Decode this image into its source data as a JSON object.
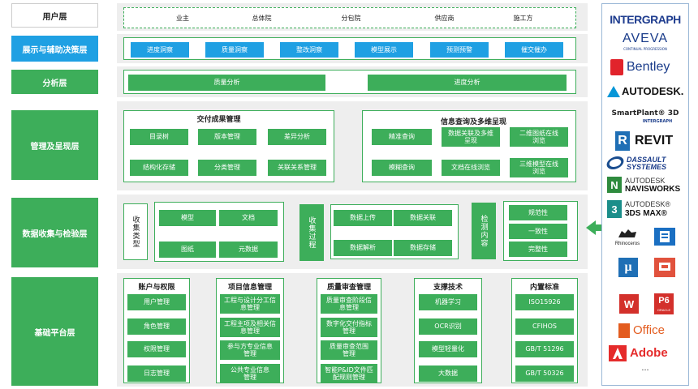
{
  "layers": [
    "用户层",
    "展示与辅助决策层",
    "分析层",
    "管理及呈现层",
    "数据收集与检验层",
    "基础平台层"
  ],
  "user_layer": [
    "业主",
    "总体院",
    "分包院",
    "供应商",
    "施工方"
  ],
  "display_layer": [
    "进度洞察",
    "质量洞察",
    "整改洞察",
    "模型展示",
    "预测预警",
    "催交催办"
  ],
  "analysis_layer": [
    "质量分析",
    "进度分析"
  ],
  "management": {
    "delivery": {
      "title": "交付成果管理",
      "items": [
        "目录树",
        "版本管理",
        "差异分析",
        "结构化存储",
        "分类管理",
        "关联关系管理"
      ]
    },
    "info": {
      "title": "信息查询及多维呈现",
      "items": [
        "精准查询",
        "数据关联及多维呈现",
        "二维图纸在线浏览",
        "模糊查询",
        "文档在线浏览",
        "三维模型在线浏览"
      ]
    }
  },
  "collection": {
    "type_label": "收集类型",
    "types": [
      "模型",
      "文档",
      "图纸",
      "元数据"
    ],
    "process_label": "收集过程",
    "processes": [
      "数据上传",
      "数据关联",
      "数据解析",
      "数据存储"
    ],
    "check_label": "检测内容",
    "checks": [
      "规范性",
      "一致性",
      "完整性"
    ]
  },
  "platform": [
    {
      "title": "账户与权限",
      "items": [
        "用户管理",
        "角色管理",
        "权限管理",
        "日志管理"
      ]
    },
    {
      "title": "项目信息管理",
      "items": [
        "工程与设计分工信息管理",
        "工程主项及相关信息管理",
        "参与方专业信息管理",
        "公共专业信息管理"
      ]
    },
    {
      "title": "质量审查管理",
      "items": [
        "质量审查阶段信息管理",
        "数字化交付指标管理",
        "质量审查范围管理",
        "智能P&ID文件匹配规则管理"
      ]
    },
    {
      "title": "支撑技术",
      "items": [
        "机器学习",
        "OCR识别",
        "模型轻量化",
        "大数据"
      ]
    },
    {
      "title": "内置标准",
      "items": [
        "ISO15926",
        "CFIHOS",
        "GB/T 51296",
        "GB/T 50326"
      ]
    }
  ],
  "vendors": {
    "intergraph": "INTERGRAPH",
    "aveva": "AVEVA",
    "aveva_sub": "CONTINUAL PROGRESSION",
    "bentley": "Bentley",
    "autodesk": "AUTODESK.",
    "smartplant": "SmartPlant® 3D",
    "smartplant_sub": "INTERGRAPH",
    "revit": "REVIT",
    "dassault1": "DASSAULT",
    "dassault2": "SYSTEMES",
    "navis1": "AUTODESK",
    "navis2": "NAVISWORKS",
    "max1": "AUTODESK®",
    "max2": "3DS MAX®",
    "rhino": "Rhinoceros",
    "office": "Office",
    "p6": "P6",
    "p6_sub": "ORACLE",
    "adobe": "Adobe",
    "more": "..."
  },
  "colors": {
    "green": "#3dae5a",
    "blue": "#1fa0e3",
    "panel": "#eeeeee"
  }
}
